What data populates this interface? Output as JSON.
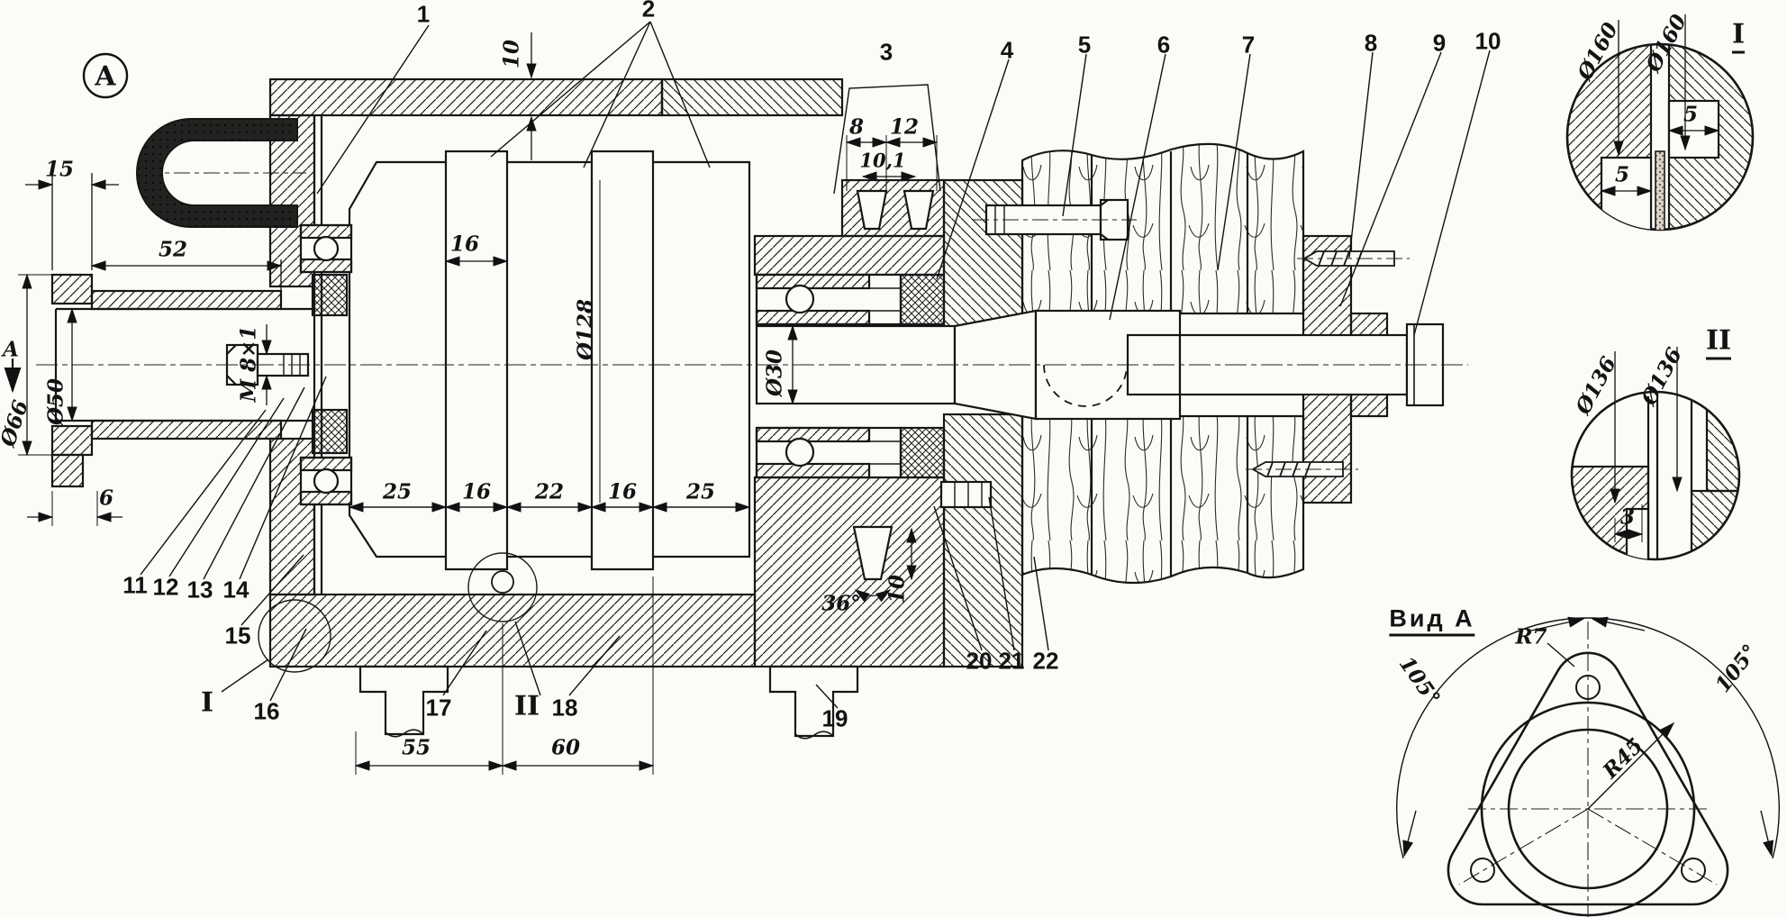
{
  "drawing": {
    "detail_circle_label": "А",
    "view_direction_label": "А",
    "parts": [
      "1",
      "2",
      "3",
      "4",
      "5",
      "6",
      "7",
      "8",
      "9",
      "10",
      "11",
      "12",
      "13",
      "14",
      "15",
      "16",
      "17",
      "18",
      "19",
      "20",
      "21",
      "22"
    ],
    "sections": {
      "main_i": "I",
      "main_ii": "II"
    },
    "dims": {
      "flange_width": "15",
      "tube_length": "52",
      "wall_thickness": "10",
      "rim_width": "16",
      "outer_dia": "Ø66",
      "bore_dia": "Ø50",
      "thread": "M 8×1",
      "drum_dia": "Ø128",
      "shaft_dia": "Ø30",
      "pitch_a": "8",
      "pitch_b": "12",
      "pitch_c": "10,1",
      "sec_25a": "25",
      "sec_16a": "16",
      "sec_22": "22",
      "sec_16b": "16",
      "sec_25b": "25",
      "lip": "6",
      "groove_angle": "36°",
      "groove_depth": "10",
      "foot_55": "55",
      "foot_60": "60"
    },
    "detail_i": {
      "label": "I",
      "dia_a": "Ø160",
      "dia_b": "Ø160",
      "gap_a": "5",
      "gap_b": "5"
    },
    "detail_ii": {
      "label": "II",
      "dia_a": "Ø136",
      "dia_b": "Ø136",
      "gap": "3"
    },
    "view_a": {
      "title": "Вид А",
      "radius_small": "R7",
      "radius_bolt": "R45",
      "angle_left": "105°",
      "angle_right": "105°"
    }
  }
}
